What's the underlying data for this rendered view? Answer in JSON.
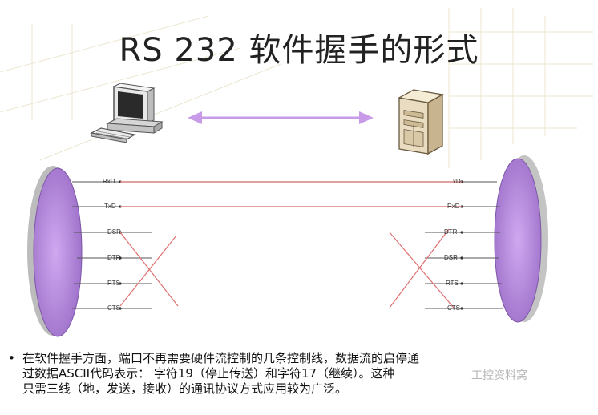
{
  "title": "RS 232 软件握手的形式",
  "left_pins": [
    "RxD",
    "TxD",
    "DSR",
    "DTR",
    "RTS",
    "CTS"
  ],
  "right_pins": [
    "TxD",
    "RxD",
    "DTR",
    "DSR",
    "RTS",
    "CTS"
  ],
  "caption": {
    "bullet": "•",
    "line1": "在软件握手方面，端口不再需要硬件流控制的几条控制线，数据流的启停通",
    "line2": "过数据ASCII代码表示：  字符19（停止传送）和字符17（继续）。这种",
    "line3": "只需三线（地，发送，接收）的通讯协议方式应用较为广泛。"
  },
  "watermark": "工控资料窝",
  "colors": {
    "oval": "#b48ad8",
    "oval_dark": "#7e58a8",
    "signal_line": "#d98080",
    "cross_line": "#e07070",
    "arrow": "#c79be8"
  },
  "icons": {
    "left_device": "computer-icon",
    "right_device": "server-icon"
  }
}
